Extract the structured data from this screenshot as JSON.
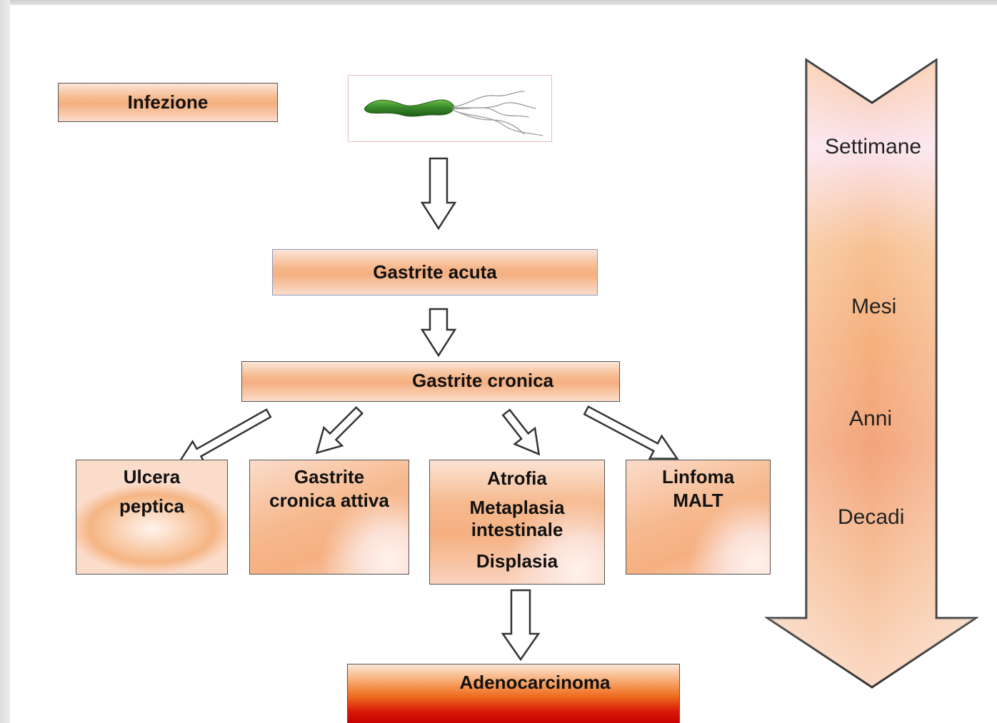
{
  "diagram": {
    "nodes": {
      "infezione": "Infezione",
      "gastrite_acuta": "Gastrite acuta",
      "gastrite_cronica": "Gastrite cronica",
      "ulcera": [
        "Ulcera",
        "peptica"
      ],
      "gastrite_attiva": [
        "Gastrite",
        "cronica attiva"
      ],
      "atrofia": [
        "Atrofia",
        "Metaplasia",
        "intestinale",
        "Displasia"
      ],
      "linfoma": [
        "Linfoma",
        "MALT"
      ],
      "adenocarcinoma": "Adenocarcinoma"
    },
    "timeline": [
      "Settimane",
      "Mesi",
      "Anni",
      "Decadi"
    ],
    "colors": {
      "box_gradient_light": "#fbe5d8",
      "box_gradient_mid": "#f6b78a",
      "adeno_red": "#c80000",
      "bacterium_green": "#3a8a2a",
      "outline": "#333333"
    },
    "icons": [
      "helicobacter-bacterium-icon",
      "down-arrow-icon",
      "diagonal-arrow-icon",
      "timeline-arrow-icon"
    ]
  }
}
